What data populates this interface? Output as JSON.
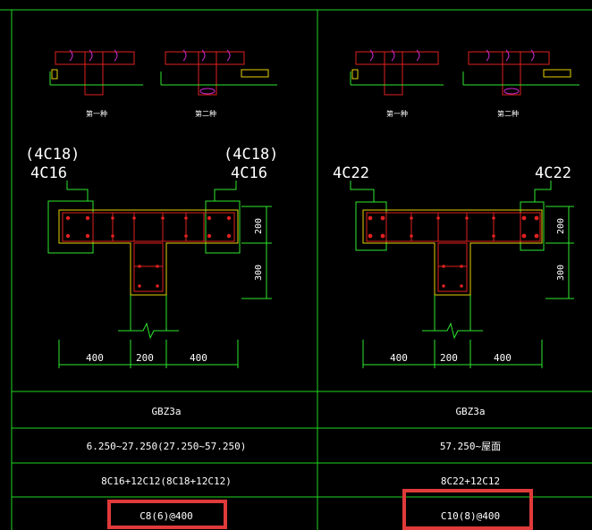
{
  "colors": {
    "background": "#000000",
    "grid_line": "#1fd61f",
    "outline": "#2ee82e",
    "rebar_red": "#e02020",
    "rebar_yellow": "#e6d100",
    "magenta": "#d02ad0",
    "highlight_box": "#e03a3a",
    "text_white": "#ffffff"
  },
  "left_panel": {
    "rebar_label_top": "(4C18)",
    "rebar_label_bottom": "4C16",
    "rebar_label_top_right": "(4C18)",
    "rebar_label_bottom_right": "4C16",
    "dim_flange": "200",
    "dim_web": "300",
    "dim_left": "400",
    "dim_mid": "200",
    "dim_right": "400",
    "small_label_left": "第一种",
    "small_label_right": "第二种"
  },
  "right_panel": {
    "rebar_label_left": "4C22",
    "rebar_label_right": "4C22",
    "dim_flange": "200",
    "dim_web": "300",
    "dim_left": "400",
    "dim_mid": "200",
    "dim_right": "400",
    "small_label_left": "第一种",
    "small_label_right": "第二种"
  },
  "table": {
    "left": {
      "name": "GBZ3a",
      "elevation": "6.250~27.250(27.250~57.250)",
      "longitudinal": "8C16+12C12(8C18+12C12)",
      "stirrup": "C8(6)@400"
    },
    "right": {
      "name": "GBZ3a",
      "elevation": "57.250~屋面",
      "longitudinal": "8C22+12C12",
      "stirrup": "C10(8)@400"
    }
  }
}
